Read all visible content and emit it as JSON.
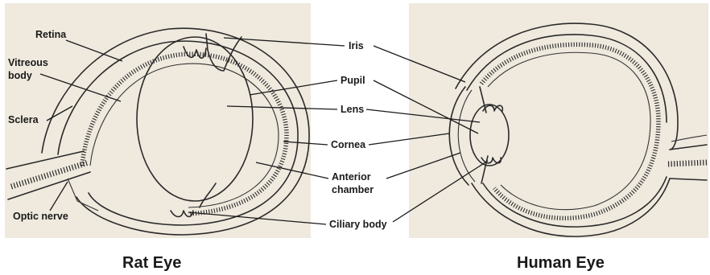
{
  "left_panel": {
    "caption": "Rat Eye",
    "labels": {
      "retina": "Retina",
      "vitreous_line1": "Vitreous",
      "vitreous_line2": "body",
      "sclera": "Sclera",
      "optic_nerve": "Optic nerve"
    }
  },
  "right_panel": {
    "caption": "Human Eye"
  },
  "center_labels": {
    "iris": "Iris",
    "pupil": "Pupil",
    "lens": "Lens",
    "cornea": "Cornea",
    "anterior_line1": "Anterior",
    "anterior_line2": "chamber",
    "ciliary": "Ciliary body"
  }
}
